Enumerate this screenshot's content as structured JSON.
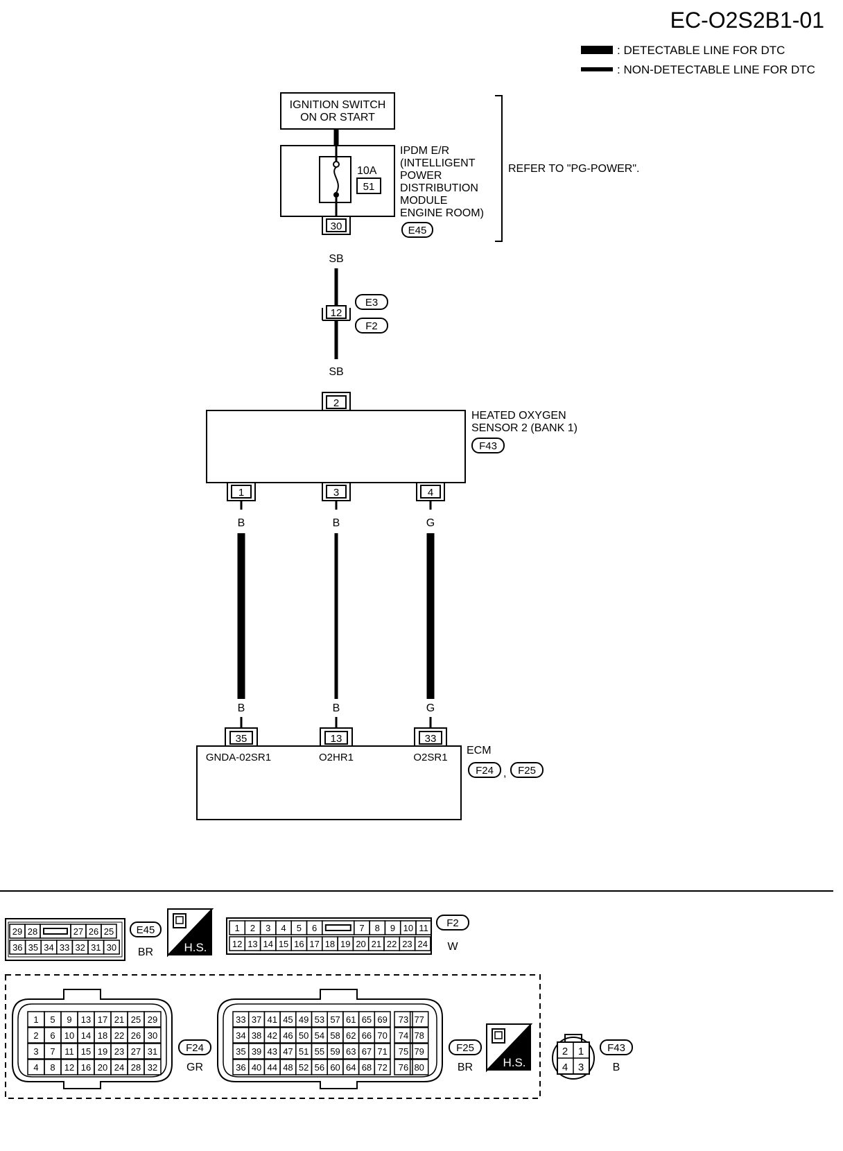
{
  "header": {
    "code": "EC-O2S2B1-01"
  },
  "legend": {
    "detectable": ": DETECTABLE LINE FOR DTC",
    "non_detectable": ": NON-DETECTABLE LINE FOR DTC"
  },
  "ignition_switch": {
    "line1": "IGNITION SWITCH",
    "line2": "ON OR START"
  },
  "ipdm": {
    "lines": [
      "IPDM E/R",
      "(INTELLIGENT",
      "POWER",
      "DISTRIBUTION",
      "MODULE",
      "ENGINE ROOM)"
    ],
    "fuse_rating": "10A",
    "fuse_number": "51",
    "terminal": "30",
    "connector": "E45",
    "refer_note": "REFER TO \"PG-POWER\"."
  },
  "wires": {
    "sb_top": "SB",
    "sb_bottom": "SB",
    "junction_terminal": "12",
    "junction_connectors": [
      "E3",
      "F2"
    ],
    "pin1_top": "B",
    "pin3_top": "B",
    "pin4_top": "G",
    "pin1_bottom": "B",
    "pin3_bottom": "B",
    "pin4_bottom": "G"
  },
  "sensor": {
    "line1": "HEATED OXYGEN",
    "line2": "SENSOR 2 (BANK 1)",
    "connector": "F43",
    "top_terminal": "2",
    "bottom_terminals": [
      "1",
      "3",
      "4"
    ]
  },
  "ecm": {
    "label": "ECM",
    "connectors": [
      "F24",
      "F25"
    ],
    "separator": ",",
    "terminals": [
      "35",
      "13",
      "33"
    ],
    "signals": [
      "GNDA-02SR1",
      "O2HR1",
      "O2SR1"
    ]
  },
  "connector_views": {
    "e45": {
      "id": "E45",
      "color": "BR",
      "row1": [
        "29",
        "28",
        "",
        "27",
        "26",
        "25"
      ],
      "row2": [
        "36",
        "35",
        "34",
        "33",
        "32",
        "31",
        "30"
      ]
    },
    "hs_label": "H.S.",
    "f2": {
      "id": "F2",
      "color": "W",
      "row1": [
        "1",
        "2",
        "3",
        "4",
        "5",
        "6",
        "",
        "7",
        "8",
        "9",
        "10",
        "11"
      ],
      "row2": [
        "12",
        "13",
        "14",
        "15",
        "16",
        "17",
        "18",
        "19",
        "20",
        "21",
        "22",
        "23",
        "24"
      ]
    },
    "f24": {
      "id": "F24",
      "color": "GR",
      "rows": [
        [
          "1",
          "5",
          "9",
          "13",
          "17",
          "21",
          "25",
          "29"
        ],
        [
          "2",
          "6",
          "10",
          "14",
          "18",
          "22",
          "26",
          "30"
        ],
        [
          "3",
          "7",
          "11",
          "15",
          "19",
          "23",
          "27",
          "31"
        ],
        [
          "4",
          "8",
          "12",
          "16",
          "20",
          "24",
          "28",
          "32"
        ]
      ]
    },
    "f25": {
      "id": "F25",
      "color": "BR",
      "rows": [
        [
          "33",
          "37",
          "41",
          "45",
          "49",
          "53",
          "57",
          "61",
          "65",
          "69",
          "73",
          "77"
        ],
        [
          "34",
          "38",
          "42",
          "46",
          "50",
          "54",
          "58",
          "62",
          "66",
          "70",
          "74",
          "78"
        ],
        [
          "35",
          "39",
          "43",
          "47",
          "51",
          "55",
          "59",
          "63",
          "67",
          "71",
          "75",
          "79"
        ],
        [
          "36",
          "40",
          "44",
          "48",
          "52",
          "56",
          "60",
          "64",
          "68",
          "72",
          "76",
          "80"
        ]
      ]
    },
    "f43": {
      "id": "F43",
      "color": "B",
      "pins": [
        "2",
        "1",
        "4",
        "3"
      ]
    }
  }
}
